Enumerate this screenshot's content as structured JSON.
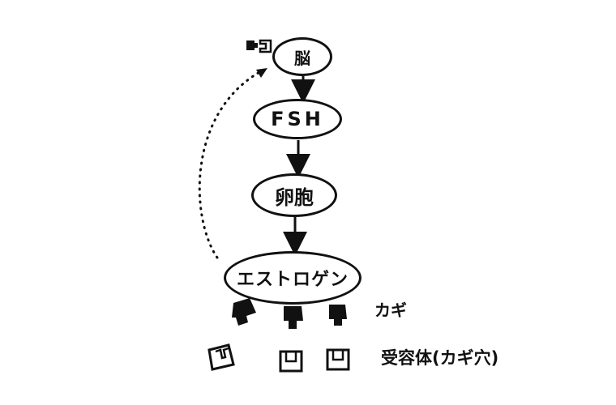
{
  "diagram": {
    "nodes": {
      "brain": "脳",
      "fsh": "FSH",
      "ovary": "卵胞",
      "estrogen": "エストロゲン"
    },
    "labels": {
      "key": "カギ",
      "receptor": "受容体(カギ穴)"
    },
    "icons": {
      "top_key": "key-icon",
      "top_lock": "lock-icon",
      "keys": [
        "key-icon",
        "key-icon",
        "key-icon"
      ],
      "locks": [
        "keyhole-icon",
        "keyhole-icon",
        "keyhole-icon"
      ]
    },
    "feedback": "dotted-feedback-arrow"
  }
}
